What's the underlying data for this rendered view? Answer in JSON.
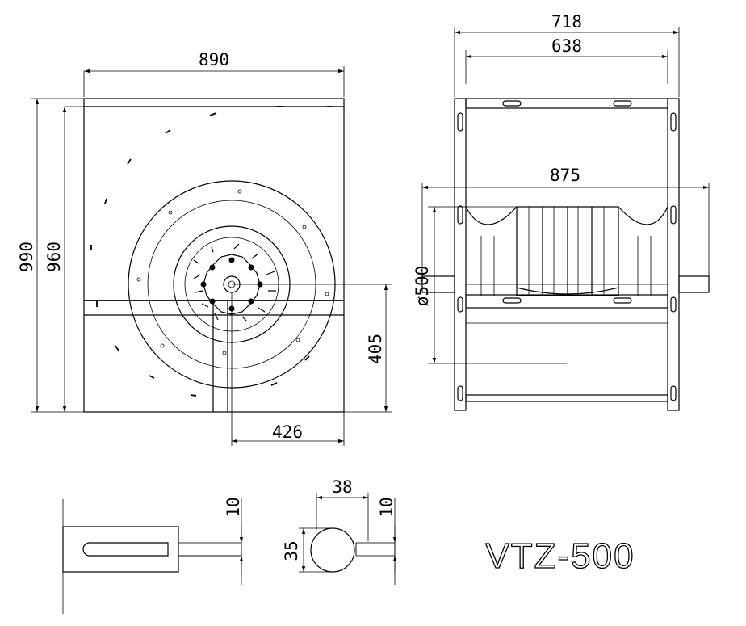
{
  "model": "VTZ-500",
  "front_view": {
    "width": "890",
    "height_total": "990",
    "height_inner": "960",
    "outlet_height": "405",
    "outlet_width": "426"
  },
  "side_view": {
    "overall_width": "718",
    "inner_width": "638",
    "shaft_length": "875",
    "wheel_diameter": "ø500"
  },
  "shaft_detail": {
    "key_offset": "10",
    "hub_width": "38",
    "key_width": "10",
    "shaft_diameter": "35"
  }
}
